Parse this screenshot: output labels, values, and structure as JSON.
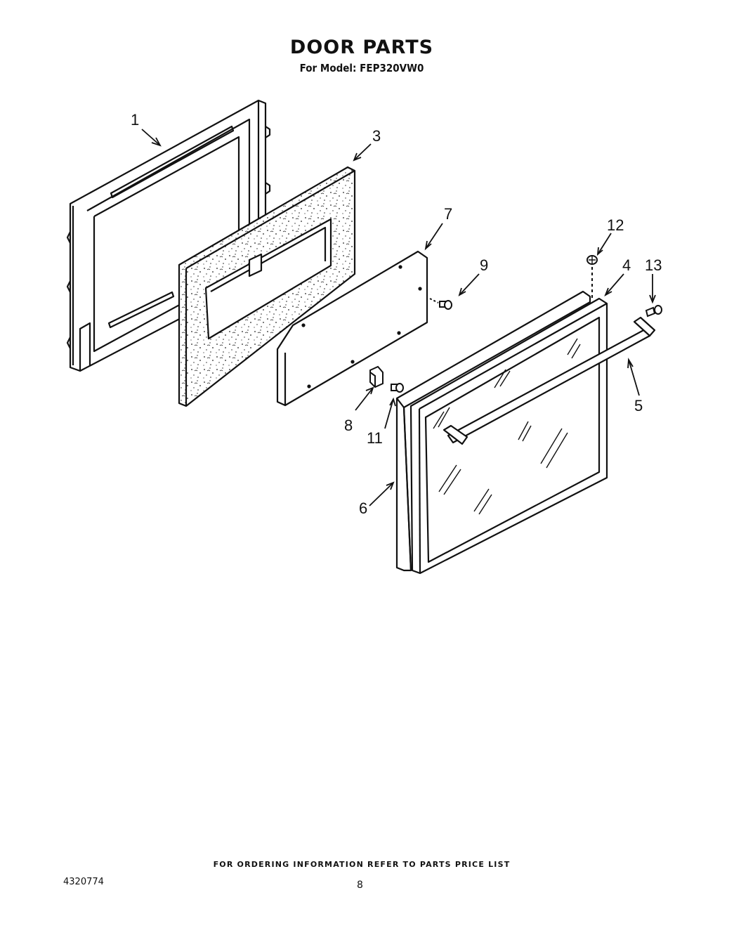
{
  "header": {
    "title": "DOOR PARTS",
    "subtitle": "For Model: FEP320VW0"
  },
  "callouts": [
    "1",
    "3",
    "7",
    "9",
    "12",
    "4",
    "13",
    "5",
    "8",
    "11",
    "6"
  ],
  "footer": {
    "note": "FOR ORDERING INFORMATION REFER TO PARTS PRICE LIST",
    "doc_number": "4320774",
    "page_number": "8"
  }
}
